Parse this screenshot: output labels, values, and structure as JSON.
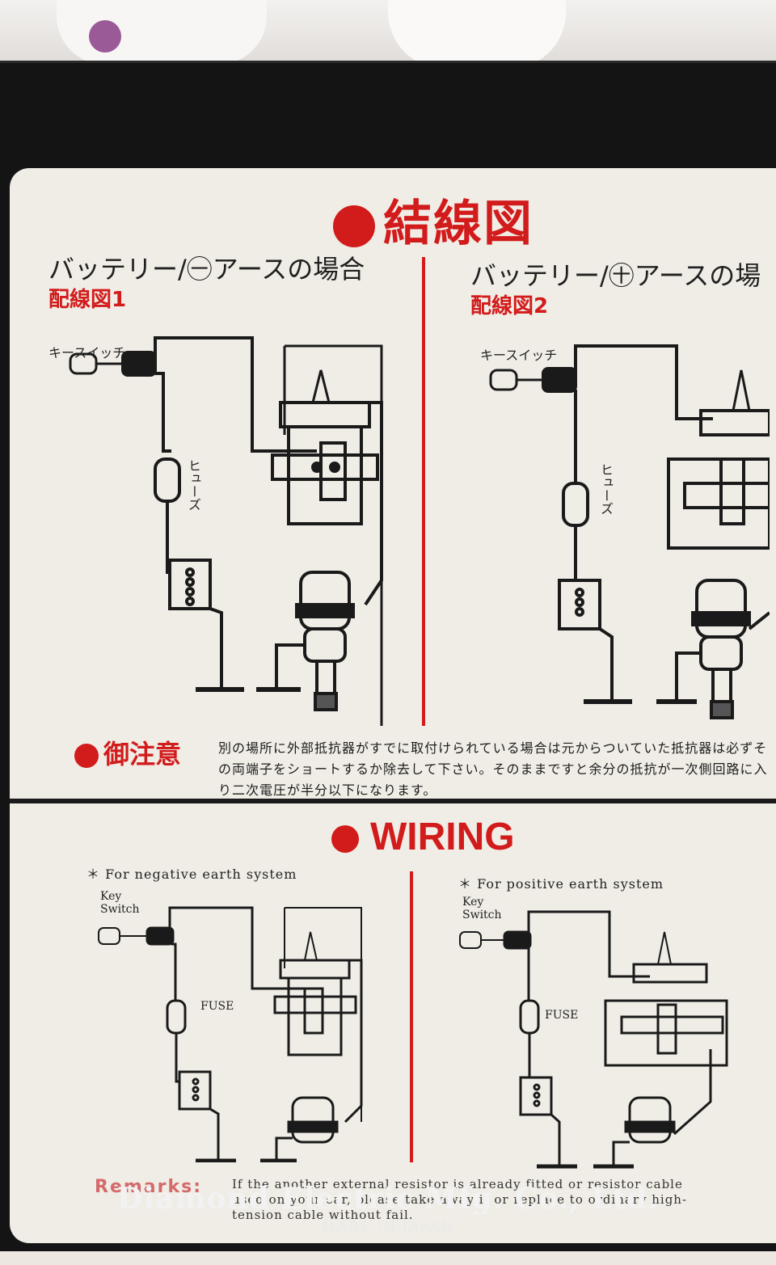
{
  "header_jp": {
    "title": "結線図"
  },
  "jp_left": {
    "system": "バッテリー/㊀アースの場合",
    "diagram": "配線図1",
    "key_switch": "キースイッチ",
    "fuse": "ヒューズ"
  },
  "jp_right": {
    "system": "バッテリー/㊉アースの場",
    "diagram": "配線図2",
    "key_switch": "キースイッチ",
    "fuse": "ヒューズ"
  },
  "caution": {
    "label": "御注意",
    "text": "別の場所に外部抵抗器がすでに取付けられている場合は元からついていた抵抗器は必ずその両端子をショートするか除去して下さい。そのままですと余分の抵抗が一次側回路に入り二次電圧が半分以下になります。"
  },
  "header_en": {
    "title": "WIRING"
  },
  "en_left": {
    "system": "＊ For negative earth system",
    "key_switch_line1": "Key",
    "key_switch_line2": "Switch",
    "fuse": "FUSE"
  },
  "en_right": {
    "system": "＊ For positive earth system",
    "key_switch_line1": "Key",
    "key_switch_line2": "Switch",
    "fuse": "FUSE"
  },
  "remarks": {
    "label": "Remarks:",
    "text": "If the another external resistor is already fitted or resistor cable used on your car, please take away it or replace to ordinary high-tension cable without fail."
  },
  "footer": {
    "company": "Diamond Electric Mfg. Co., Ltd.",
    "origin": "MADE IN JAPAN"
  },
  "colors": {
    "accent": "#d21b1b",
    "card": "#f0ede6",
    "box": "#141414"
  }
}
